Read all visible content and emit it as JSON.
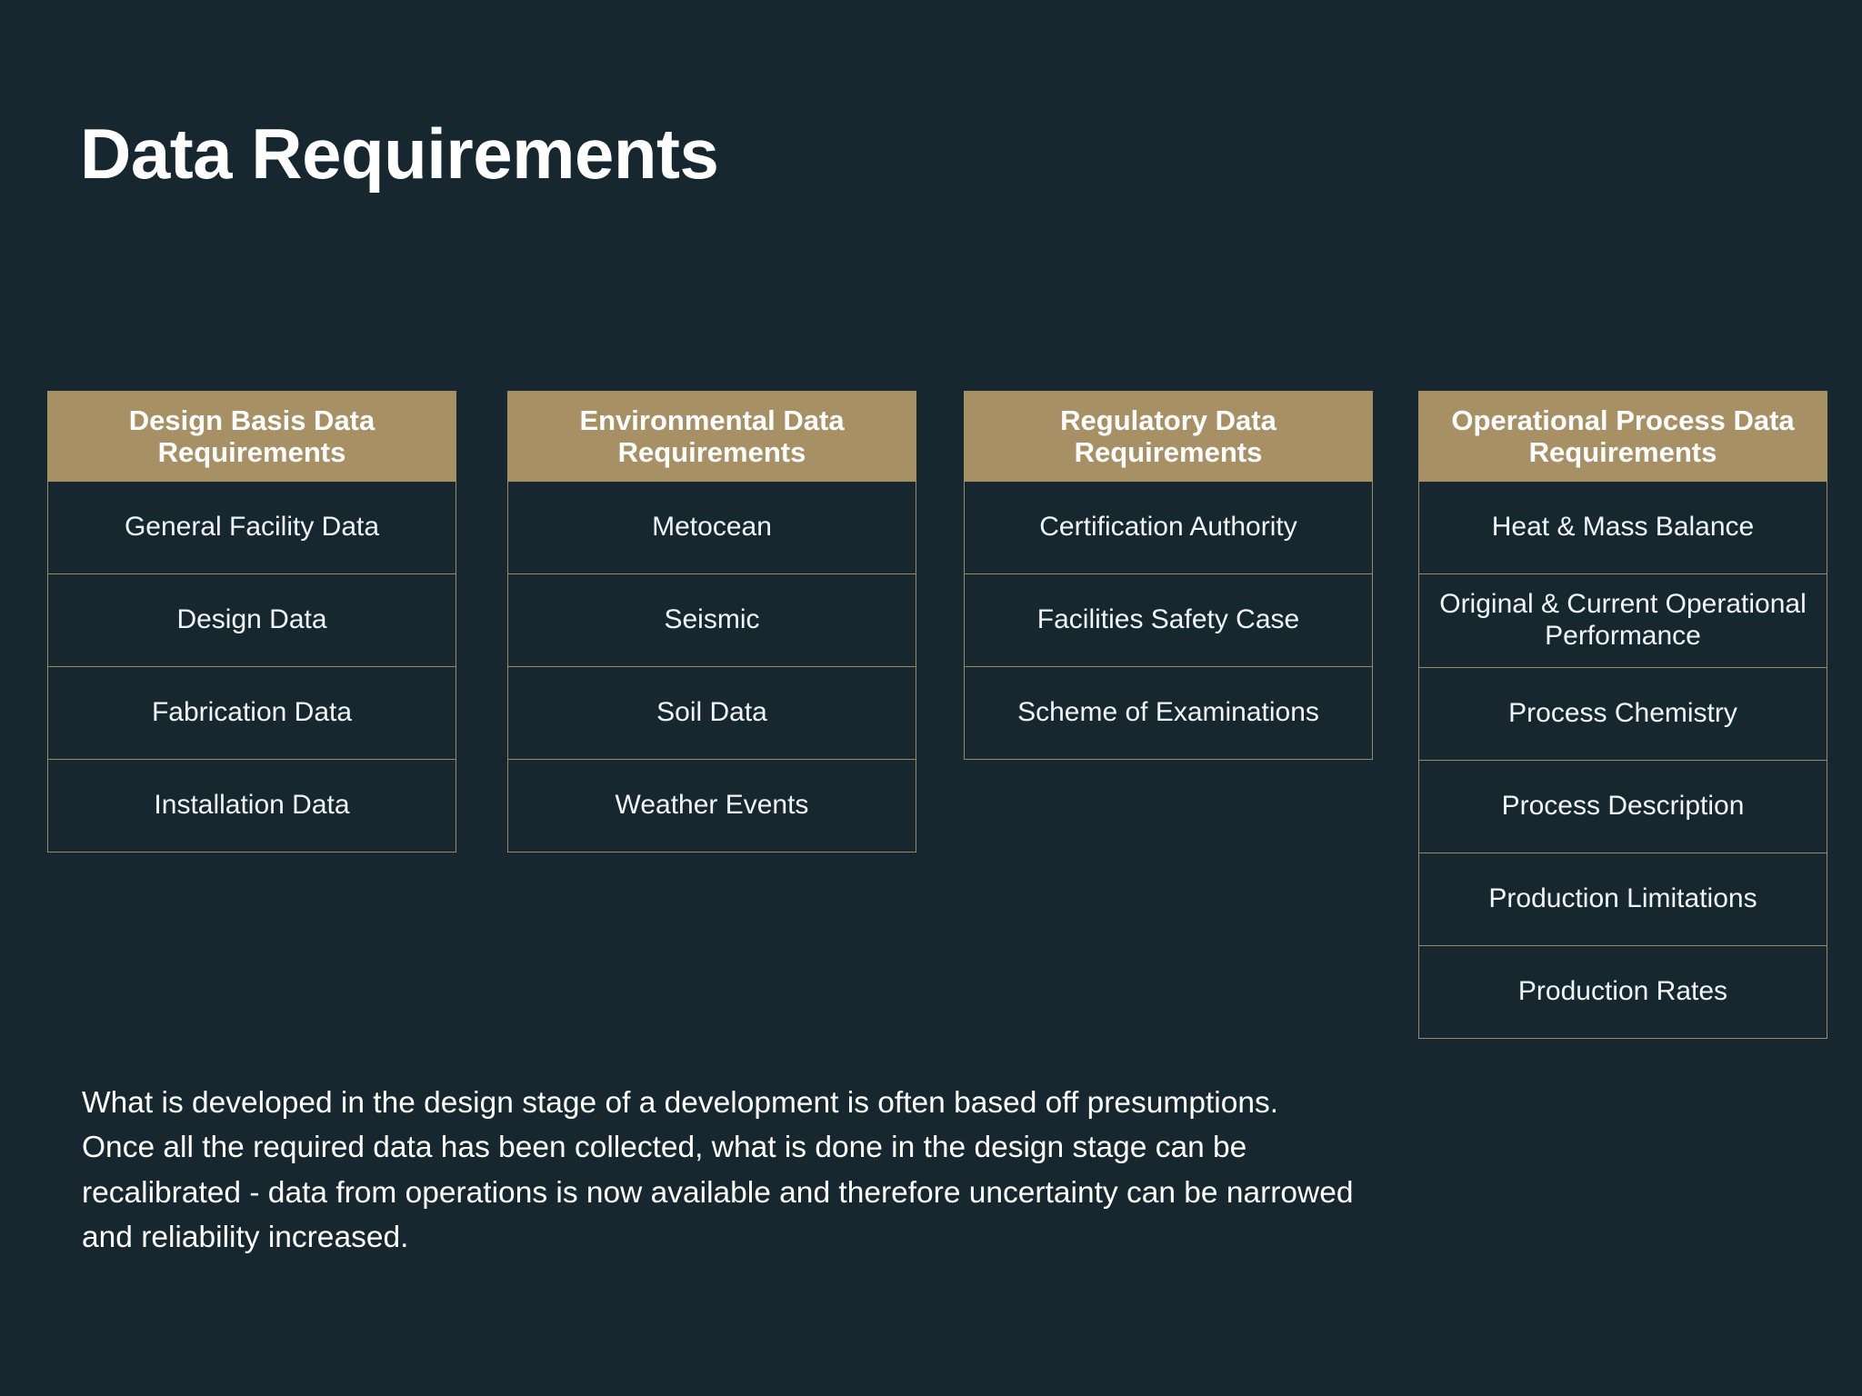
{
  "slide": {
    "title": "Data Requirements",
    "background_color": "#16272F",
    "accent_color": "#A89065",
    "border_color": "#9A8A63",
    "text_color": "#FFFFFF"
  },
  "columns": [
    {
      "header": "Design Basis Data Requirements",
      "items": [
        "General Facility Data",
        "Design Data",
        "Fabrication Data",
        "Installation Data"
      ]
    },
    {
      "header": "Environmental Data Requirements",
      "items": [
        "Metocean",
        "Seismic",
        "Soil Data",
        "Weather Events"
      ]
    },
    {
      "header": "Regulatory Data Requirements",
      "items": [
        "Certification Authority",
        "Facilities Safety Case",
        "Scheme of Examinations"
      ]
    },
    {
      "header": "Operational Process Data Requirements",
      "items": [
        "Heat & Mass Balance",
        "Original & Current Operational Performance",
        "Process Chemistry",
        "Process Description",
        "Production Limitations",
        "Production Rates"
      ]
    }
  ],
  "body": {
    "paragraph": "What is developed in the design stage of a development is often based off presumptions. Once all the required data has been collected, what is done in the design stage can be recalibrated - data from operations is now available and therefore uncertainty can be narrowed and reliability increased."
  }
}
